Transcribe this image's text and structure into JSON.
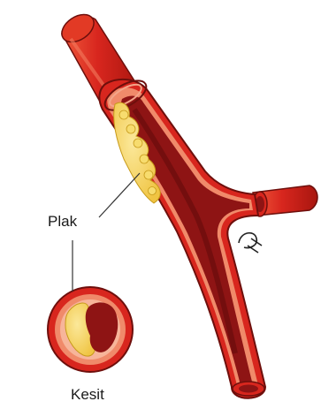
{
  "labels": {
    "plaque": "Plak",
    "cross_section": "Kesit"
  },
  "colors": {
    "vessel_outer": "#d8261e",
    "vessel_highlight": "#ef5a3c",
    "vessel_edge": "#6e0f0c",
    "wall_layer": "#f08a6a",
    "lumen_blood": "#8e1414",
    "lumen_dark": "#5a0808",
    "plaque_fat": "#f3d25a",
    "plaque_light": "#fbe89a",
    "leader_line": "#333333"
  },
  "signature": "AK"
}
